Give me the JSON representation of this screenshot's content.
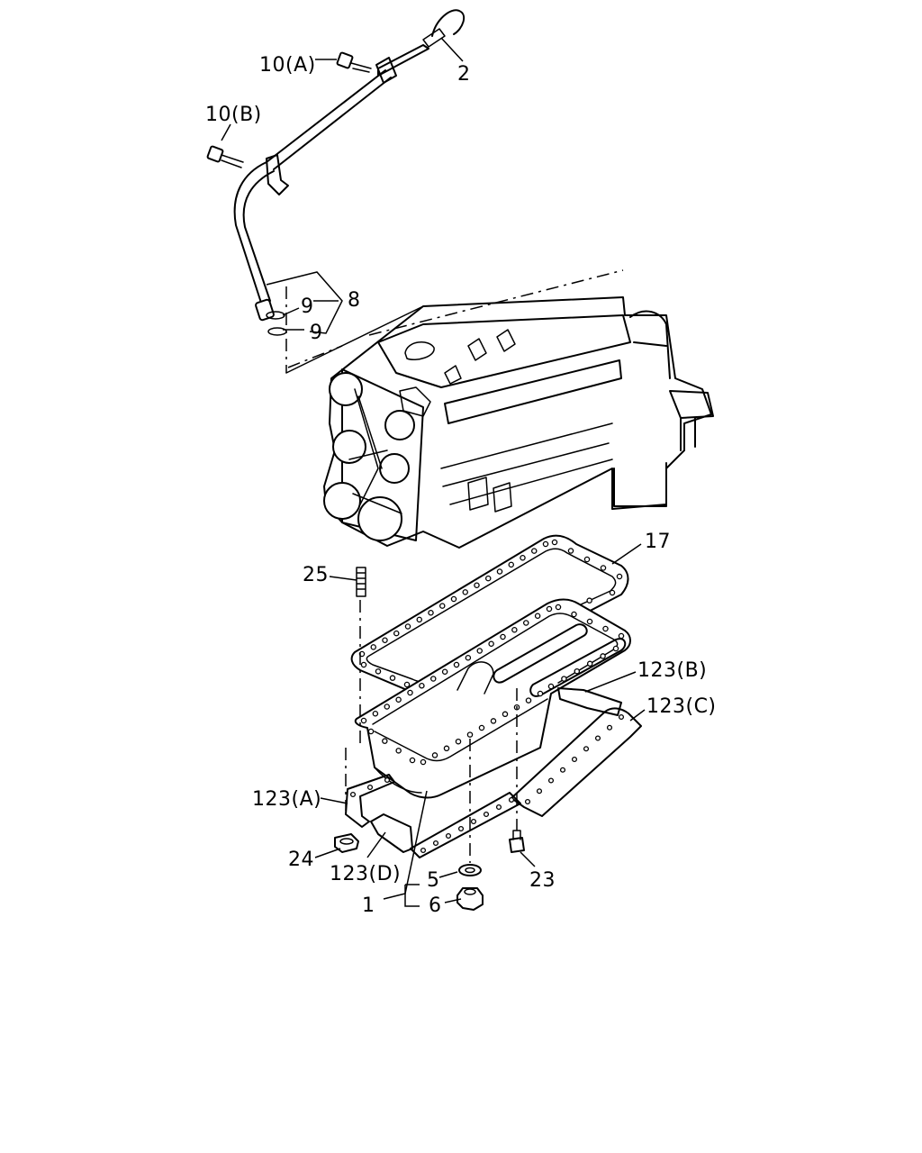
{
  "labels": {
    "p10a": "10(A)",
    "p2": "2",
    "p10b": "10(B)",
    "p8": "8",
    "p9a": "9",
    "p9b": "9",
    "p17": "17",
    "p25": "25",
    "p123b": "123(B)",
    "p123c": "123(C)",
    "p123a": "123(A)",
    "p24": "24",
    "p123d": "123(D)",
    "p5": "5",
    "p1": "1",
    "p6": "6",
    "p23": "23"
  }
}
